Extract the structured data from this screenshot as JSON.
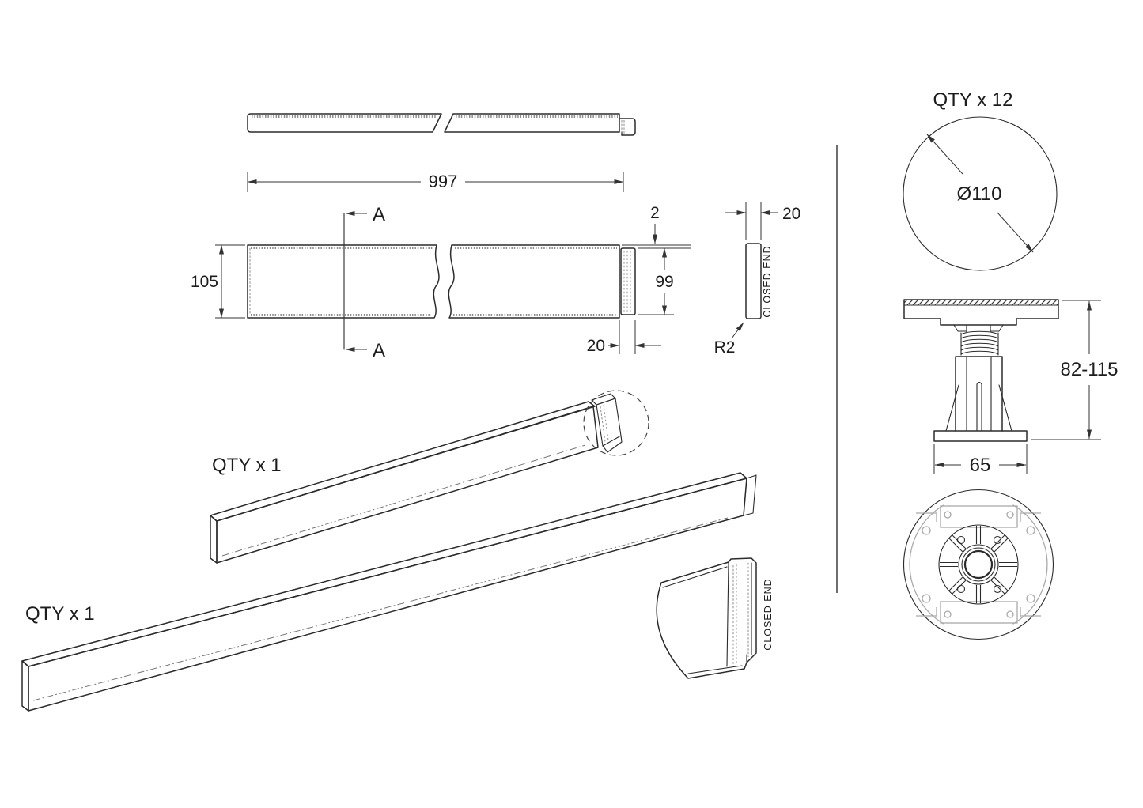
{
  "colors": {
    "line": "#2b2b2b",
    "dim": "#333333",
    "hatch": "#8d8d8d",
    "light": "#a9a9a9",
    "bg": "#ffffff"
  },
  "views": {
    "panel_top_view": {
      "length_dim": "997"
    },
    "panel_front_view": {
      "height_dim": "105",
      "end_height_dim": "99",
      "step_dim": "2",
      "end_width_dim": "20",
      "section_label": "A"
    },
    "end_profile_view": {
      "width_dim": "20",
      "radius_dim": "R2",
      "closed_end_label": "CLOSED END"
    },
    "iso_panel_short": {
      "qty_label": "QTY x 1"
    },
    "iso_panel_long": {
      "qty_label": "QTY x 1"
    },
    "closed_end_detail": {
      "closed_end_label": "CLOSED END"
    },
    "foot": {
      "qty_label": "QTY x 12",
      "diameter_dim": "Ø110",
      "height_range_dim": "82-115",
      "base_width_dim": "65"
    }
  }
}
